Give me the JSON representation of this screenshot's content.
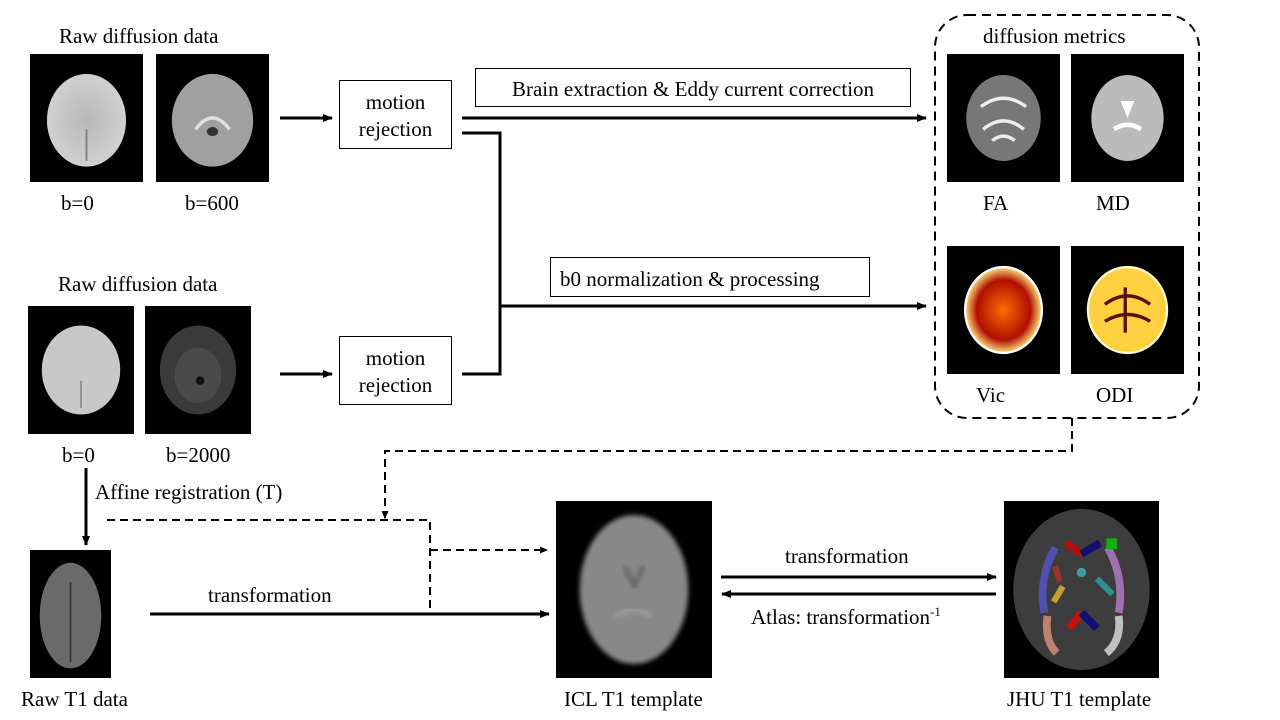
{
  "top_group": {
    "title": "Raw diffusion data",
    "images": [
      {
        "label": "b=0",
        "icon": "brain-b0-icon"
      },
      {
        "label": "b=600",
        "icon": "brain-b600-icon"
      }
    ],
    "process": {
      "line1": "motion",
      "line2": "rejection"
    }
  },
  "bottom_group": {
    "title": "Raw diffusion data",
    "images": [
      {
        "label": "b=0",
        "icon": "brain-b0-icon"
      },
      {
        "label": "b=2000",
        "icon": "brain-b2000-icon"
      }
    ],
    "process": {
      "line1": "motion",
      "line2": "rejection"
    }
  },
  "steps": {
    "brain_extraction": "Brain extraction & Eddy current correction",
    "b0_normalization": "b0 normalization & processing",
    "affine_registration": "Affine registration (T)",
    "transformation_t1": "transformation",
    "transformation_forward": "transformation",
    "transformation_inverse_prefix": "Atlas: transformation",
    "transformation_inverse_sup": "-1"
  },
  "metrics": {
    "title": "diffusion metrics",
    "items": [
      {
        "label": "FA",
        "colormap": "grayscale"
      },
      {
        "label": "MD",
        "colormap": "grayscale"
      },
      {
        "label": "Vic",
        "colormap": "hot"
      },
      {
        "label": "ODI",
        "colormap": "hot"
      }
    ]
  },
  "templates": {
    "raw_t1": "Raw T1 data",
    "icl_t1": "ICL T1 template",
    "jhu_t1": "JHU T1 template"
  },
  "colors": {
    "line": "#000000",
    "background": "#ffffff",
    "image_bg": "#000000"
  }
}
